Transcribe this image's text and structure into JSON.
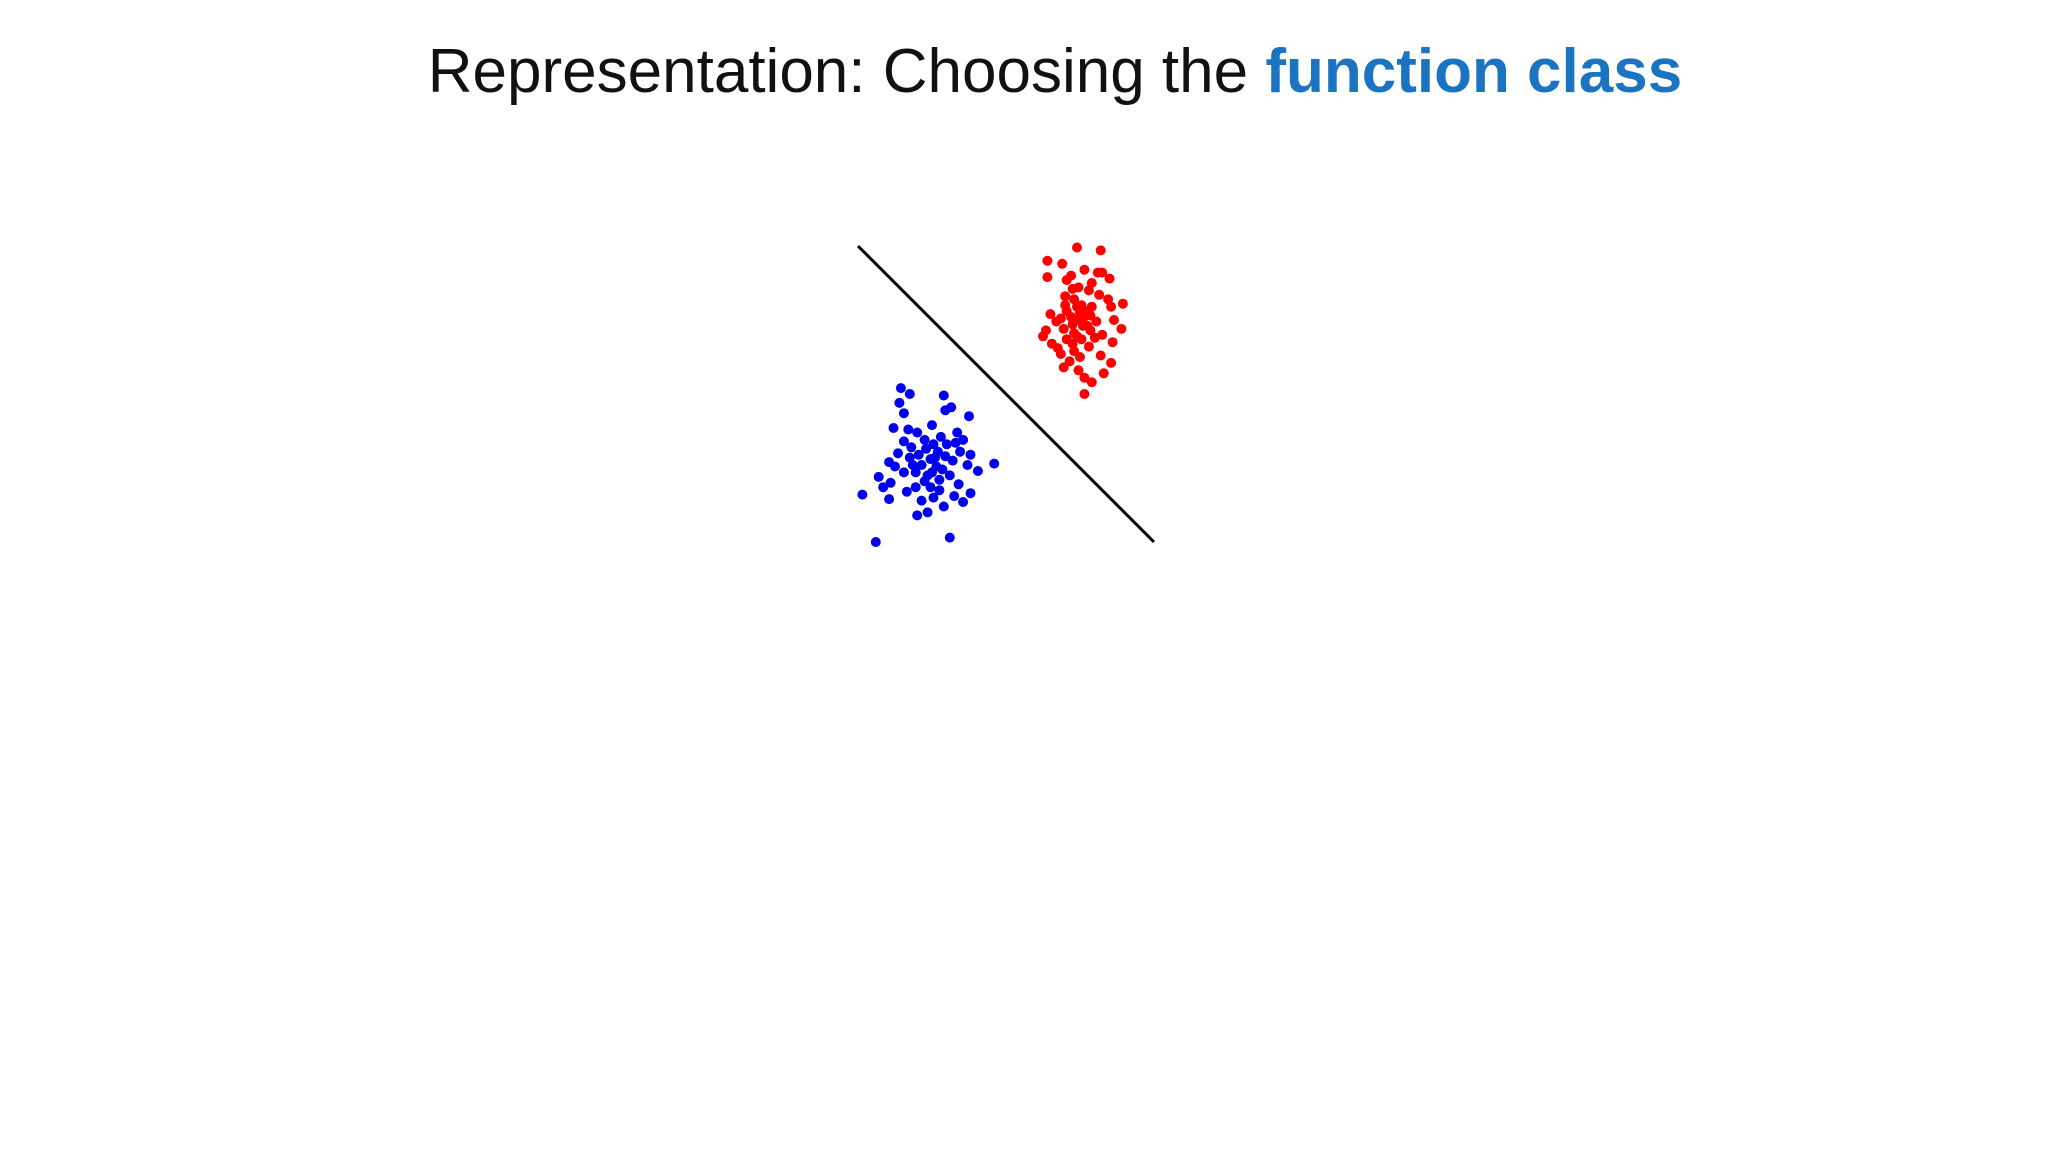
{
  "slide": {
    "title_prefix": "Representation: Choosing the ",
    "title_highlight": "function class"
  },
  "colors": {
    "title_text": "#111111",
    "title_highlight": "#1a74c2",
    "class_a": "#ff0000",
    "class_b": "#0000ee",
    "decision_boundary": "#000000",
    "background": "#ffffff"
  },
  "chart_data": {
    "type": "scatter",
    "title": "",
    "xlabel": "",
    "ylabel": "",
    "xlim": [
      0,
      10
    ],
    "ylim": [
      0,
      10
    ],
    "grid": false,
    "axes_visible": false,
    "series": [
      {
        "color": "#ff0000",
        "points": [
          [
            7.4,
            9.95
          ],
          [
            8.2,
            9.85
          ],
          [
            6.9,
            9.4
          ],
          [
            7.65,
            9.2
          ],
          [
            7.2,
            9.0
          ],
          [
            8.1,
            9.1
          ],
          [
            6.4,
            9.5
          ],
          [
            6.4,
            8.95
          ],
          [
            7.0,
            8.3
          ],
          [
            7.45,
            8.6
          ],
          [
            7.8,
            8.5
          ],
          [
            7.3,
            8.2
          ],
          [
            7.55,
            8.0
          ],
          [
            7.7,
            7.8
          ],
          [
            7.4,
            7.5
          ],
          [
            7.6,
            7.3
          ],
          [
            7.2,
            7.6
          ],
          [
            7.9,
            7.95
          ],
          [
            8.15,
            8.35
          ],
          [
            8.45,
            8.2
          ],
          [
            7.05,
            7.8
          ],
          [
            6.85,
            7.55
          ],
          [
            6.95,
            7.2
          ],
          [
            7.3,
            7.05
          ],
          [
            7.55,
            6.85
          ],
          [
            7.8,
            6.6
          ],
          [
            7.25,
            6.7
          ],
          [
            6.7,
            7.45
          ],
          [
            6.5,
            7.7
          ],
          [
            6.35,
            7.15
          ],
          [
            6.55,
            6.7
          ],
          [
            6.85,
            6.35
          ],
          [
            7.05,
            6.85
          ],
          [
            7.5,
            6.25
          ],
          [
            7.85,
            7.15
          ],
          [
            8.05,
            7.45
          ],
          [
            8.25,
            7.0
          ],
          [
            8.6,
            6.75
          ],
          [
            8.9,
            7.2
          ],
          [
            8.95,
            8.05
          ],
          [
            8.55,
            7.95
          ],
          [
            7.15,
            6.1
          ],
          [
            6.95,
            5.9
          ],
          [
            7.65,
            5.55
          ],
          [
            7.9,
            5.4
          ],
          [
            7.45,
            5.8
          ],
          [
            7.05,
            8.85
          ],
          [
            8.25,
            9.1
          ],
          [
            7.0,
            8.0
          ],
          [
            7.25,
            7.35
          ],
          [
            7.6,
            7.55
          ],
          [
            8.2,
            6.3
          ],
          [
            8.55,
            6.05
          ],
          [
            8.3,
            5.7
          ],
          [
            7.65,
            5.0
          ],
          [
            7.4,
            7.95
          ],
          [
            7.75,
            7.3
          ],
          [
            7.4,
            6.95
          ],
          [
            7.85,
            7.65
          ],
          [
            7.5,
            7.75
          ],
          [
            7.3,
            6.45
          ],
          [
            8.0,
            6.9
          ],
          [
            6.75,
            6.55
          ],
          [
            7.25,
            8.55
          ],
          [
            7.9,
            8.75
          ],
          [
            8.5,
            8.9
          ],
          [
            8.65,
            7.5
          ],
          [
            6.25,
            6.95
          ]
        ]
      },
      {
        "color": "#0000ee",
        "points": [
          [
            1.45,
            5.2
          ],
          [
            1.75,
            5.0
          ],
          [
            2.9,
            4.95
          ],
          [
            3.15,
            4.55
          ],
          [
            2.95,
            4.45
          ],
          [
            3.75,
            4.25
          ],
          [
            1.4,
            4.7
          ],
          [
            1.55,
            4.35
          ],
          [
            1.2,
            3.85
          ],
          [
            1.7,
            3.8
          ],
          [
            2.0,
            3.7
          ],
          [
            2.5,
            3.95
          ],
          [
            2.8,
            3.55
          ],
          [
            3.35,
            3.7
          ],
          [
            3.55,
            3.45
          ],
          [
            2.55,
            3.3
          ],
          [
            2.3,
            3.15
          ],
          [
            2.7,
            3.05
          ],
          [
            2.45,
            2.8
          ],
          [
            2.15,
            2.6
          ],
          [
            2.65,
            2.55
          ],
          [
            2.95,
            2.9
          ],
          [
            3.2,
            2.75
          ],
          [
            3.45,
            3.05
          ],
          [
            3.7,
            2.6
          ],
          [
            1.8,
            3.2
          ],
          [
            1.55,
            3.4
          ],
          [
            1.35,
            3.0
          ],
          [
            1.05,
            2.7
          ],
          [
            0.7,
            2.2
          ],
          [
            1.1,
            2.0
          ],
          [
            0.15,
            1.6
          ],
          [
            1.75,
            2.85
          ],
          [
            2.05,
            2.95
          ],
          [
            2.35,
            2.25
          ],
          [
            2.75,
            2.1
          ],
          [
            3.1,
            2.25
          ],
          [
            3.4,
            1.95
          ],
          [
            3.8,
            1.65
          ],
          [
            2.55,
            1.5
          ],
          [
            2.15,
            1.4
          ],
          [
            1.95,
            1.85
          ],
          [
            1.55,
            2.35
          ],
          [
            1.25,
            2.55
          ],
          [
            1.95,
            2.35
          ],
          [
            2.25,
            2.05
          ],
          [
            2.5,
            2.35
          ],
          [
            3.0,
            3.3
          ],
          [
            3.3,
            3.35
          ],
          [
            3.8,
            2.95
          ],
          [
            4.6,
            2.65
          ],
          [
            4.05,
            2.4
          ],
          [
            2.0,
            0.9
          ],
          [
            3.1,
            0.15
          ],
          [
            0.6,
            0.0
          ],
          [
            0.85,
            1.85
          ],
          [
            1.05,
            1.45
          ],
          [
            1.65,
            1.7
          ],
          [
            2.35,
            1.0
          ],
          [
            2.9,
            1.2
          ],
          [
            3.55,
            1.35
          ],
          [
            2.6,
            2.85
          ],
          [
            2.25,
            3.45
          ],
          [
            2.85,
            2.45
          ],
          [
            2.45,
            1.85
          ],
          [
            2.75,
            1.75
          ],
          [
            1.85,
            2.6
          ],
          [
            3.25,
            1.55
          ]
        ]
      }
    ],
    "decision_boundary": {
      "type": "line",
      "from": [
        0.0,
        10.0
      ],
      "to": [
        10.0,
        0.0
      ]
    }
  }
}
